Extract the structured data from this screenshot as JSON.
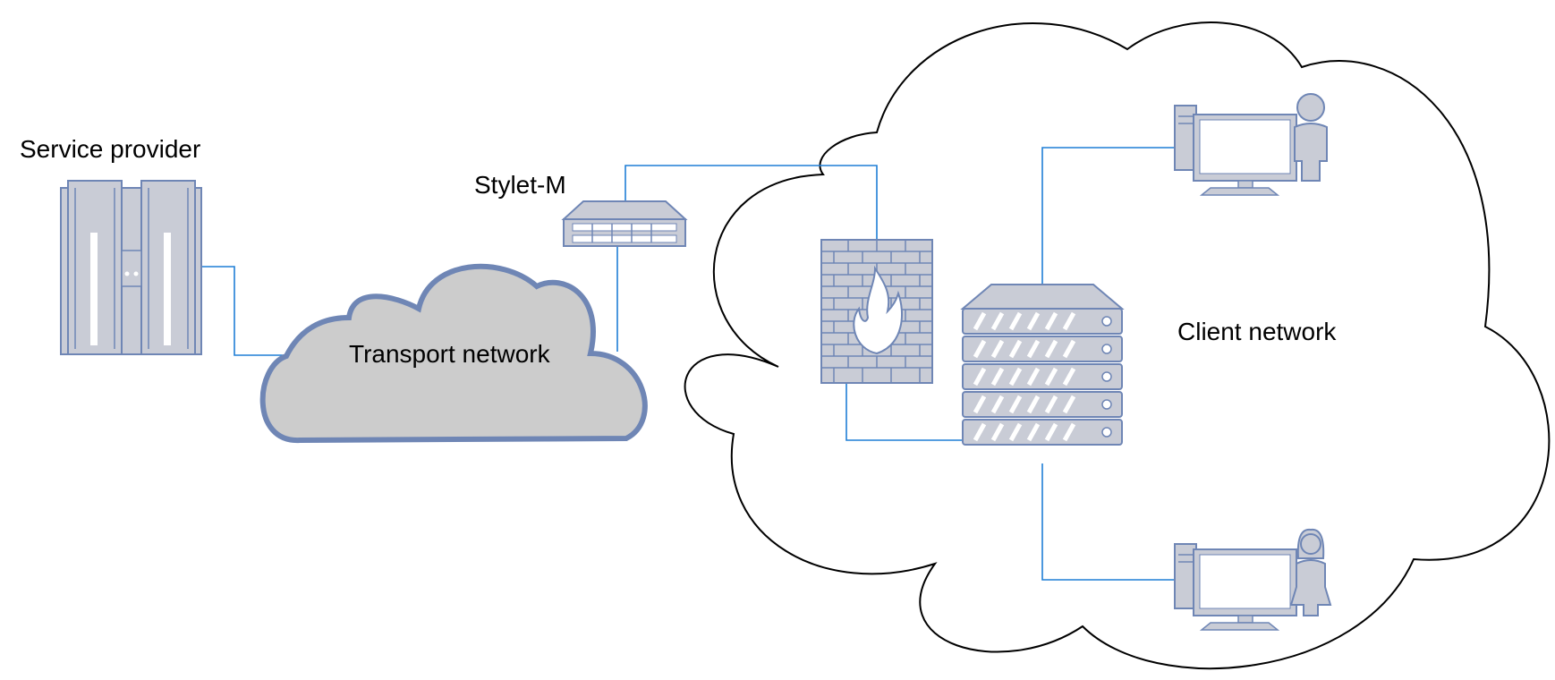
{
  "labels": {
    "service_provider": "Service provider",
    "stylet": "Stylet-M",
    "transport": "Transport network",
    "client": "Client network"
  },
  "colors": {
    "link": "#1f7fd6",
    "device_stroke": "#6f86b5",
    "device_fill": "#c9ccd6",
    "device_panel": "#ffffff",
    "transport_cloud_fill": "#cccccc",
    "transport_cloud_stroke": "#6f86b5",
    "client_cloud_stroke": "#000000"
  },
  "nodes": [
    {
      "id": "service-provider",
      "icon": "mainframe-icon",
      "label_key": "service_provider"
    },
    {
      "id": "transport-network",
      "icon": "cloud-icon",
      "label_key": "transport"
    },
    {
      "id": "stylet-m",
      "icon": "rack-appliance-icon",
      "label_key": "stylet"
    },
    {
      "id": "client-network",
      "icon": "cloud-icon",
      "label_key": "client"
    },
    {
      "id": "firewall",
      "icon": "firewall-icon"
    },
    {
      "id": "server-stack",
      "icon": "server-rack-icon"
    },
    {
      "id": "workstation-top",
      "icon": "workstation-icon"
    },
    {
      "id": "workstation-bottom",
      "icon": "workstation-icon"
    },
    {
      "id": "user-male",
      "icon": "user-male-icon"
    },
    {
      "id": "user-female",
      "icon": "user-female-icon"
    }
  ],
  "edges": [
    {
      "from": "service-provider",
      "to": "transport-network"
    },
    {
      "from": "transport-network",
      "to": "stylet-m"
    },
    {
      "from": "stylet-m",
      "to": "firewall"
    },
    {
      "from": "firewall",
      "to": "server-stack"
    },
    {
      "from": "server-stack",
      "to": "workstation-top"
    },
    {
      "from": "server-stack",
      "to": "workstation-bottom"
    }
  ]
}
